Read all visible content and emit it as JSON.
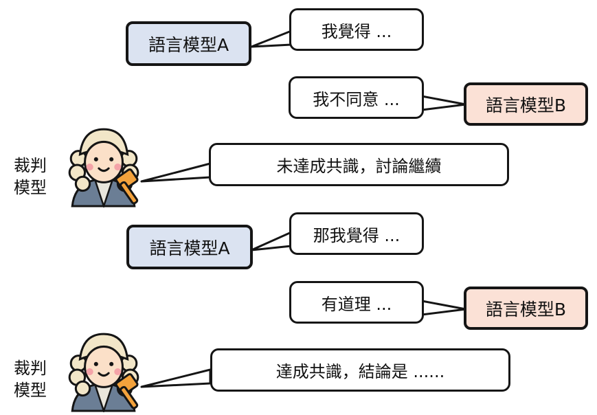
{
  "colors": {
    "model_a_fill": "#dbe3f1",
    "model_b_fill": "#fbe1d6",
    "stroke": "#151515"
  },
  "labels": {
    "model_a": "語言模型A",
    "model_b": "語言模型B",
    "judge": [
      "裁判",
      "模型"
    ]
  },
  "dialogue": [
    {
      "speaker": "model_a",
      "text": "我覺得 ..."
    },
    {
      "speaker": "model_b",
      "text": "我不同意 ..."
    },
    {
      "speaker": "judge",
      "text": "未達成共識，討論繼續"
    },
    {
      "speaker": "model_a",
      "text": "那我覺得 ..."
    },
    {
      "speaker": "model_b",
      "text": "有道理 ..."
    },
    {
      "speaker": "judge",
      "text": "達成共識，結論是 ......"
    }
  ]
}
